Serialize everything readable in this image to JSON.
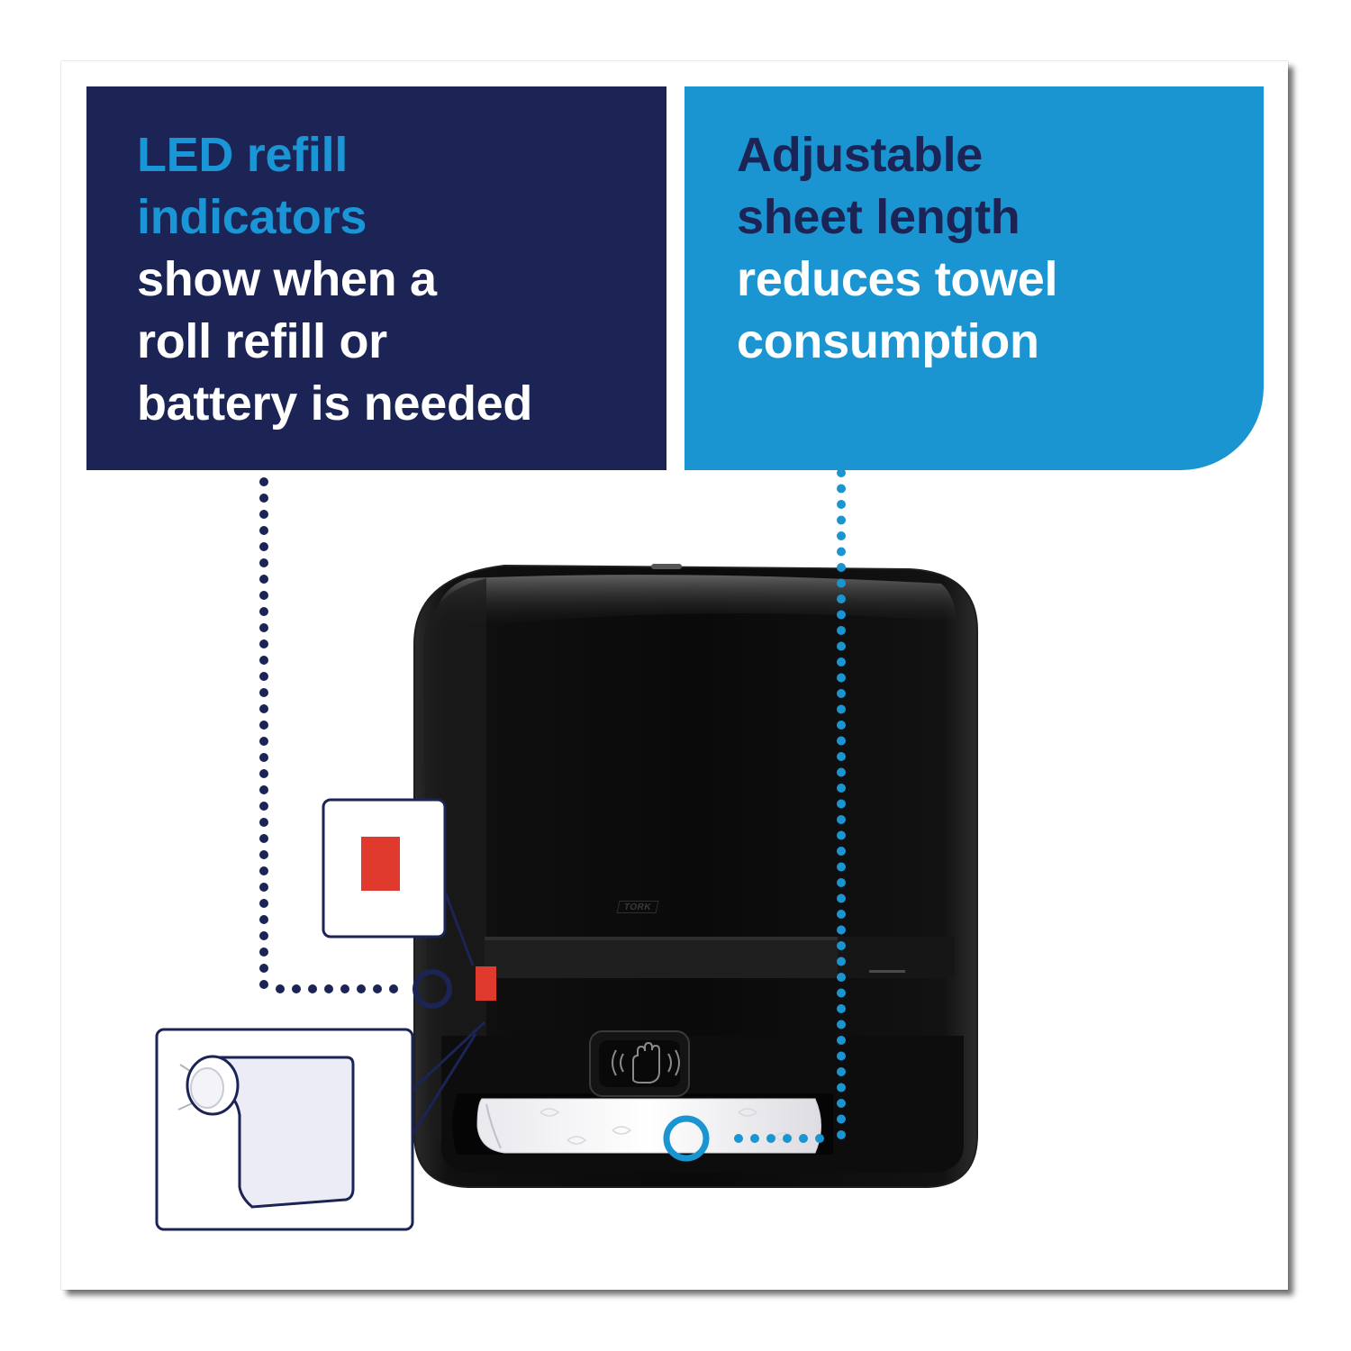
{
  "panels": {
    "led": {
      "highlight": [
        "LED refill",
        "indicators"
      ],
      "body": [
        "show when a",
        "roll refill or",
        "battery is needed"
      ]
    },
    "sheet": {
      "highlight": [
        "Adjustable",
        "sheet length"
      ],
      "body": [
        "reduces towel",
        "consumption"
      ]
    }
  },
  "product": {
    "brand_mark": "TORK"
  },
  "icons": {
    "led_indicator": "red-square-led-icon",
    "roll_refill": "paper-roll-icon",
    "hand_sensor": "hand-wave-sensor-icon"
  },
  "colors": {
    "navy": "#1b2455",
    "blue": "#1a95d2",
    "led_red": "#e03a2e",
    "dispenser": "#0b0b0b"
  }
}
